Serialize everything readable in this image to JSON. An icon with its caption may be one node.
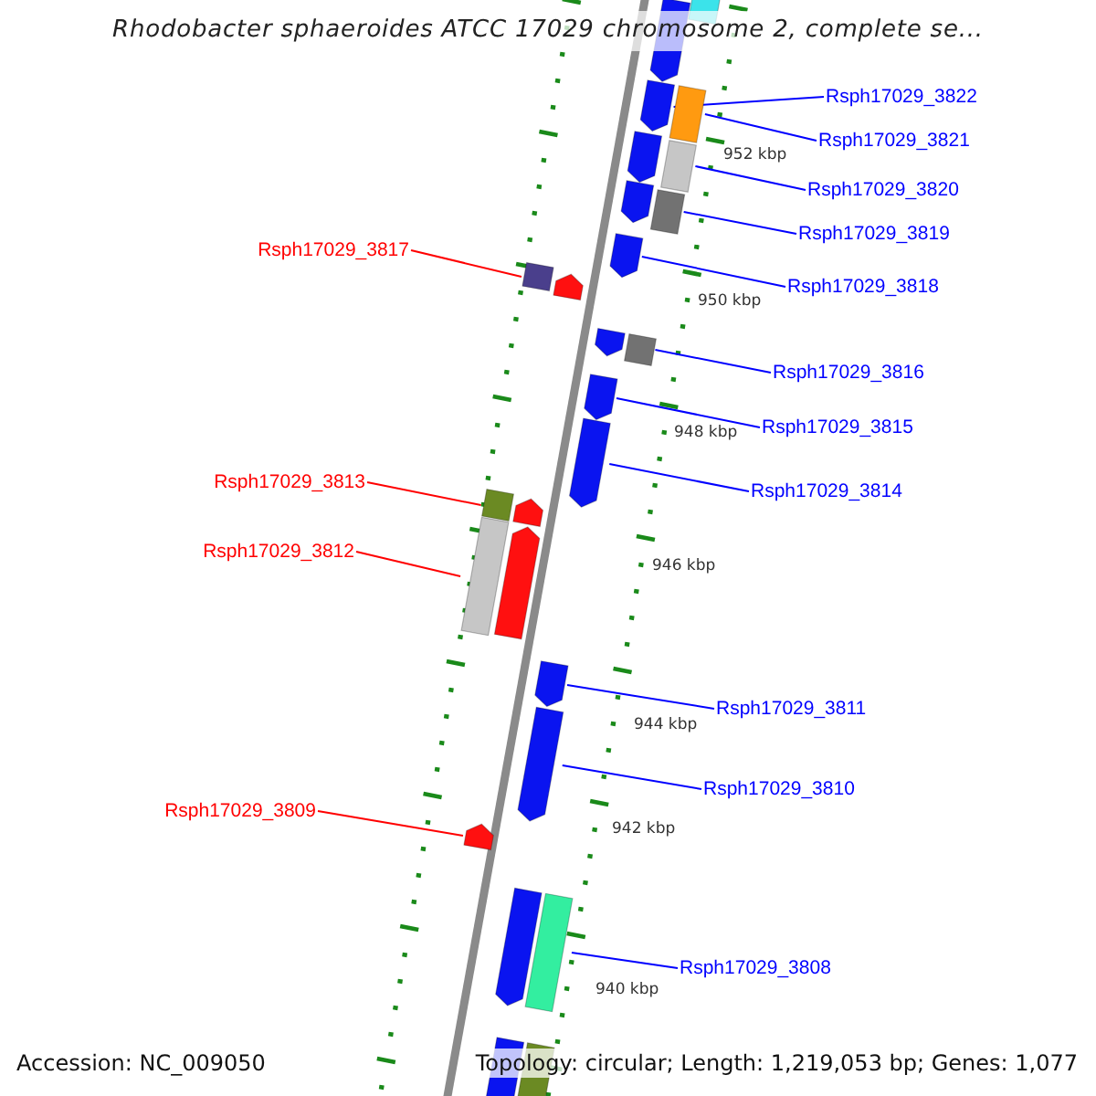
{
  "diagram": {
    "title": "Rhodobacter sphaeroides ATCC 17029 chromosome 2, complete se...",
    "nodes": [
      {
        "text": [
          "Rsph17029_3822"
        ]
      },
      {
        "text": [
          "Rsph17029_3821"
        ]
      },
      {
        "text": [
          "Rsph17029_3820"
        ]
      },
      {
        "text": [
          "Rsph17029_3819"
        ]
      },
      {
        "text": [
          "Rsph17029_3818"
        ]
      },
      {
        "text": [
          "Rsph17029_3816"
        ]
      },
      {
        "text": [
          "Rsph17029_3815"
        ]
      },
      {
        "text": [
          "Rsph17029_3814"
        ]
      },
      {
        "text": [
          "Rsph17029_3811"
        ]
      },
      {
        "text": [
          "Rsph17029_3810"
        ]
      },
      {
        "text": [
          "Rsph17029_3808"
        ]
      },
      {
        "text": [
          "Rsph17029_3817"
        ]
      },
      {
        "text": [
          "Rsph17029_3813"
        ]
      },
      {
        "text": [
          "Rsph17029_3812"
        ]
      },
      {
        "text": [
          "Rsph17029_3809"
        ]
      },
      {
        "text": [],
        "shape": "box"
      },
      {
        "text": [],
        "shape": "pentagon"
      },
      {
        "text": [],
        "shape": "pentagon"
      },
      {
        "text": [],
        "shape": "box"
      },
      {
        "text": [],
        "shape": "pentagon"
      },
      {
        "text": [],
        "shape": "box"
      },
      {
        "text": [],
        "shape": "pentagon"
      },
      {
        "text": [],
        "shape": "box"
      },
      {
        "text": [],
        "shape": "pentagon"
      },
      {
        "text": [],
        "shape": "box"
      },
      {
        "text": [],
        "shape": "pentagon"
      },
      {
        "text": [],
        "shape": "pentagon"
      },
      {
        "text": [],
        "shape": "box"
      },
      {
        "text": [],
        "shape": "pentagon"
      },
      {
        "text": [],
        "shape": "pentagon"
      },
      {
        "text": [],
        "shape": "box"
      },
      {
        "text": [],
        "shape": "pentagon"
      },
      {
        "text": [],
        "shape": "box"
      },
      {
        "text": [],
        "shape": "pentagon"
      },
      {
        "text": [],
        "shape": "pentagon"
      },
      {
        "text": [],
        "shape": "pentagon"
      },
      {
        "text": [],
        "shape": "pentagon"
      },
      {
        "text": [],
        "shape": "pentagon"
      },
      {
        "text": [],
        "shape": "box"
      },
      {
        "text": [],
        "shape": "box"
      },
      {
        "text": [],
        "shape": "box"
      }
    ],
    "edges": [
      {
        "from": 0,
        "to": 17,
        "arrow": "none"
      },
      {
        "from": 1,
        "to": 18,
        "arrow": "none"
      },
      {
        "from": 2,
        "to": 20,
        "arrow": "none"
      },
      {
        "from": 3,
        "to": 22,
        "arrow": "none"
      },
      {
        "from": 4,
        "to": 23,
        "arrow": "none"
      },
      {
        "from": 5,
        "to": 27,
        "arrow": "none"
      },
      {
        "from": 6,
        "to": 28,
        "arrow": "none"
      },
      {
        "from": 7,
        "to": 29,
        "arrow": "none"
      },
      {
        "from": 8,
        "to": 34,
        "arrow": "none"
      },
      {
        "from": 9,
        "to": 35,
        "arrow": "none"
      },
      {
        "from": 10,
        "to": 38,
        "arrow": "none"
      },
      {
        "from": 11,
        "to": 24,
        "arrow": "none",
        "color": "#ff0000"
      },
      {
        "from": 12,
        "to": 30,
        "arrow": "none",
        "color": "#ff0000"
      },
      {
        "from": 13,
        "to": 32,
        "arrow": "none",
        "color": "#ff0000"
      },
      {
        "from": 14,
        "to": 36,
        "arrow": "none",
        "color": "#ff0000"
      }
    ],
    "labels": [
      "952 kbp",
      "950 kbp",
      "948 kbp",
      "946 kbp",
      "944 kbp",
      "942 kbp",
      "940 kbp",
      "Accession: NC_009050",
      "Topology: circular; Length: 1,219,053 bp; Genes: 1,077"
    ]
  }
}
